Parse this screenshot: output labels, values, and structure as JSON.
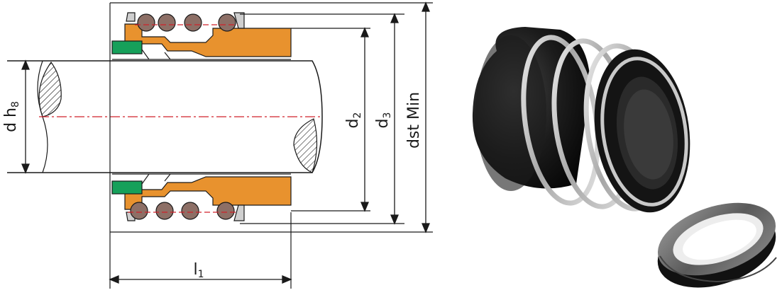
{
  "labels": {
    "d_h8": {
      "main": "d h",
      "sub": "8"
    },
    "d2": {
      "main": "d",
      "sub": "2"
    },
    "d3": {
      "main": "d",
      "sub": "3"
    },
    "dst_min": "dst Min",
    "l1": {
      "main": "l",
      "sub": "1"
    }
  },
  "colors": {
    "line": "#1a1a1a",
    "centerline": "#d0202b",
    "seal_body": "#e8922e",
    "elastomer": "#16a05a",
    "spring_coil": "#8d6f66",
    "seal_black": "#141414",
    "seal_metal": "#b9b9b9"
  }
}
